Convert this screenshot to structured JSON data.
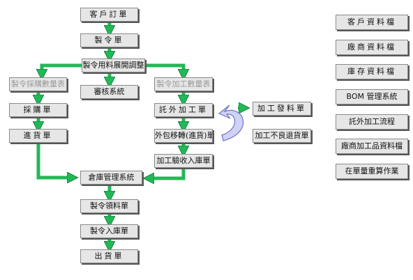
{
  "flow": {
    "customer_order": "客戶訂單",
    "manufacturing_order": "製令單",
    "material_adjust": "製令用料展開調整",
    "purchase_calc": "製令採購數量表",
    "review_system": "審核系統",
    "outsource_calc": "製令加工數量表",
    "purchase_order": "採購單",
    "goods_receipt": "進貨單",
    "outsource_order": "託外加工單",
    "outsource_transfer": "外包移轉(進貨)單",
    "outsource_inspection": "加工驗收入庫單",
    "processing_issue": "加工發料單",
    "processing_return": "加工不良退貨單",
    "warehouse_system": "倉庫管理系統",
    "material_issue": "製令領料單",
    "finished_goods_receipt": "製令入庫單",
    "shipment": "出貨單"
  },
  "legend": [
    "客戶資料檔",
    "廠商資料檔",
    "庫存資料檔",
    "BOM 管理系統",
    "託外加工流程",
    "廠商加工品資料檔",
    "在單量重算作業"
  ],
  "colors": {
    "arrow_fill": "#22b857",
    "arrow_stroke": "#0d6b33",
    "curved_arrow_fill": "#cfd2f5",
    "curved_arrow_stroke": "#6c72c7"
  }
}
